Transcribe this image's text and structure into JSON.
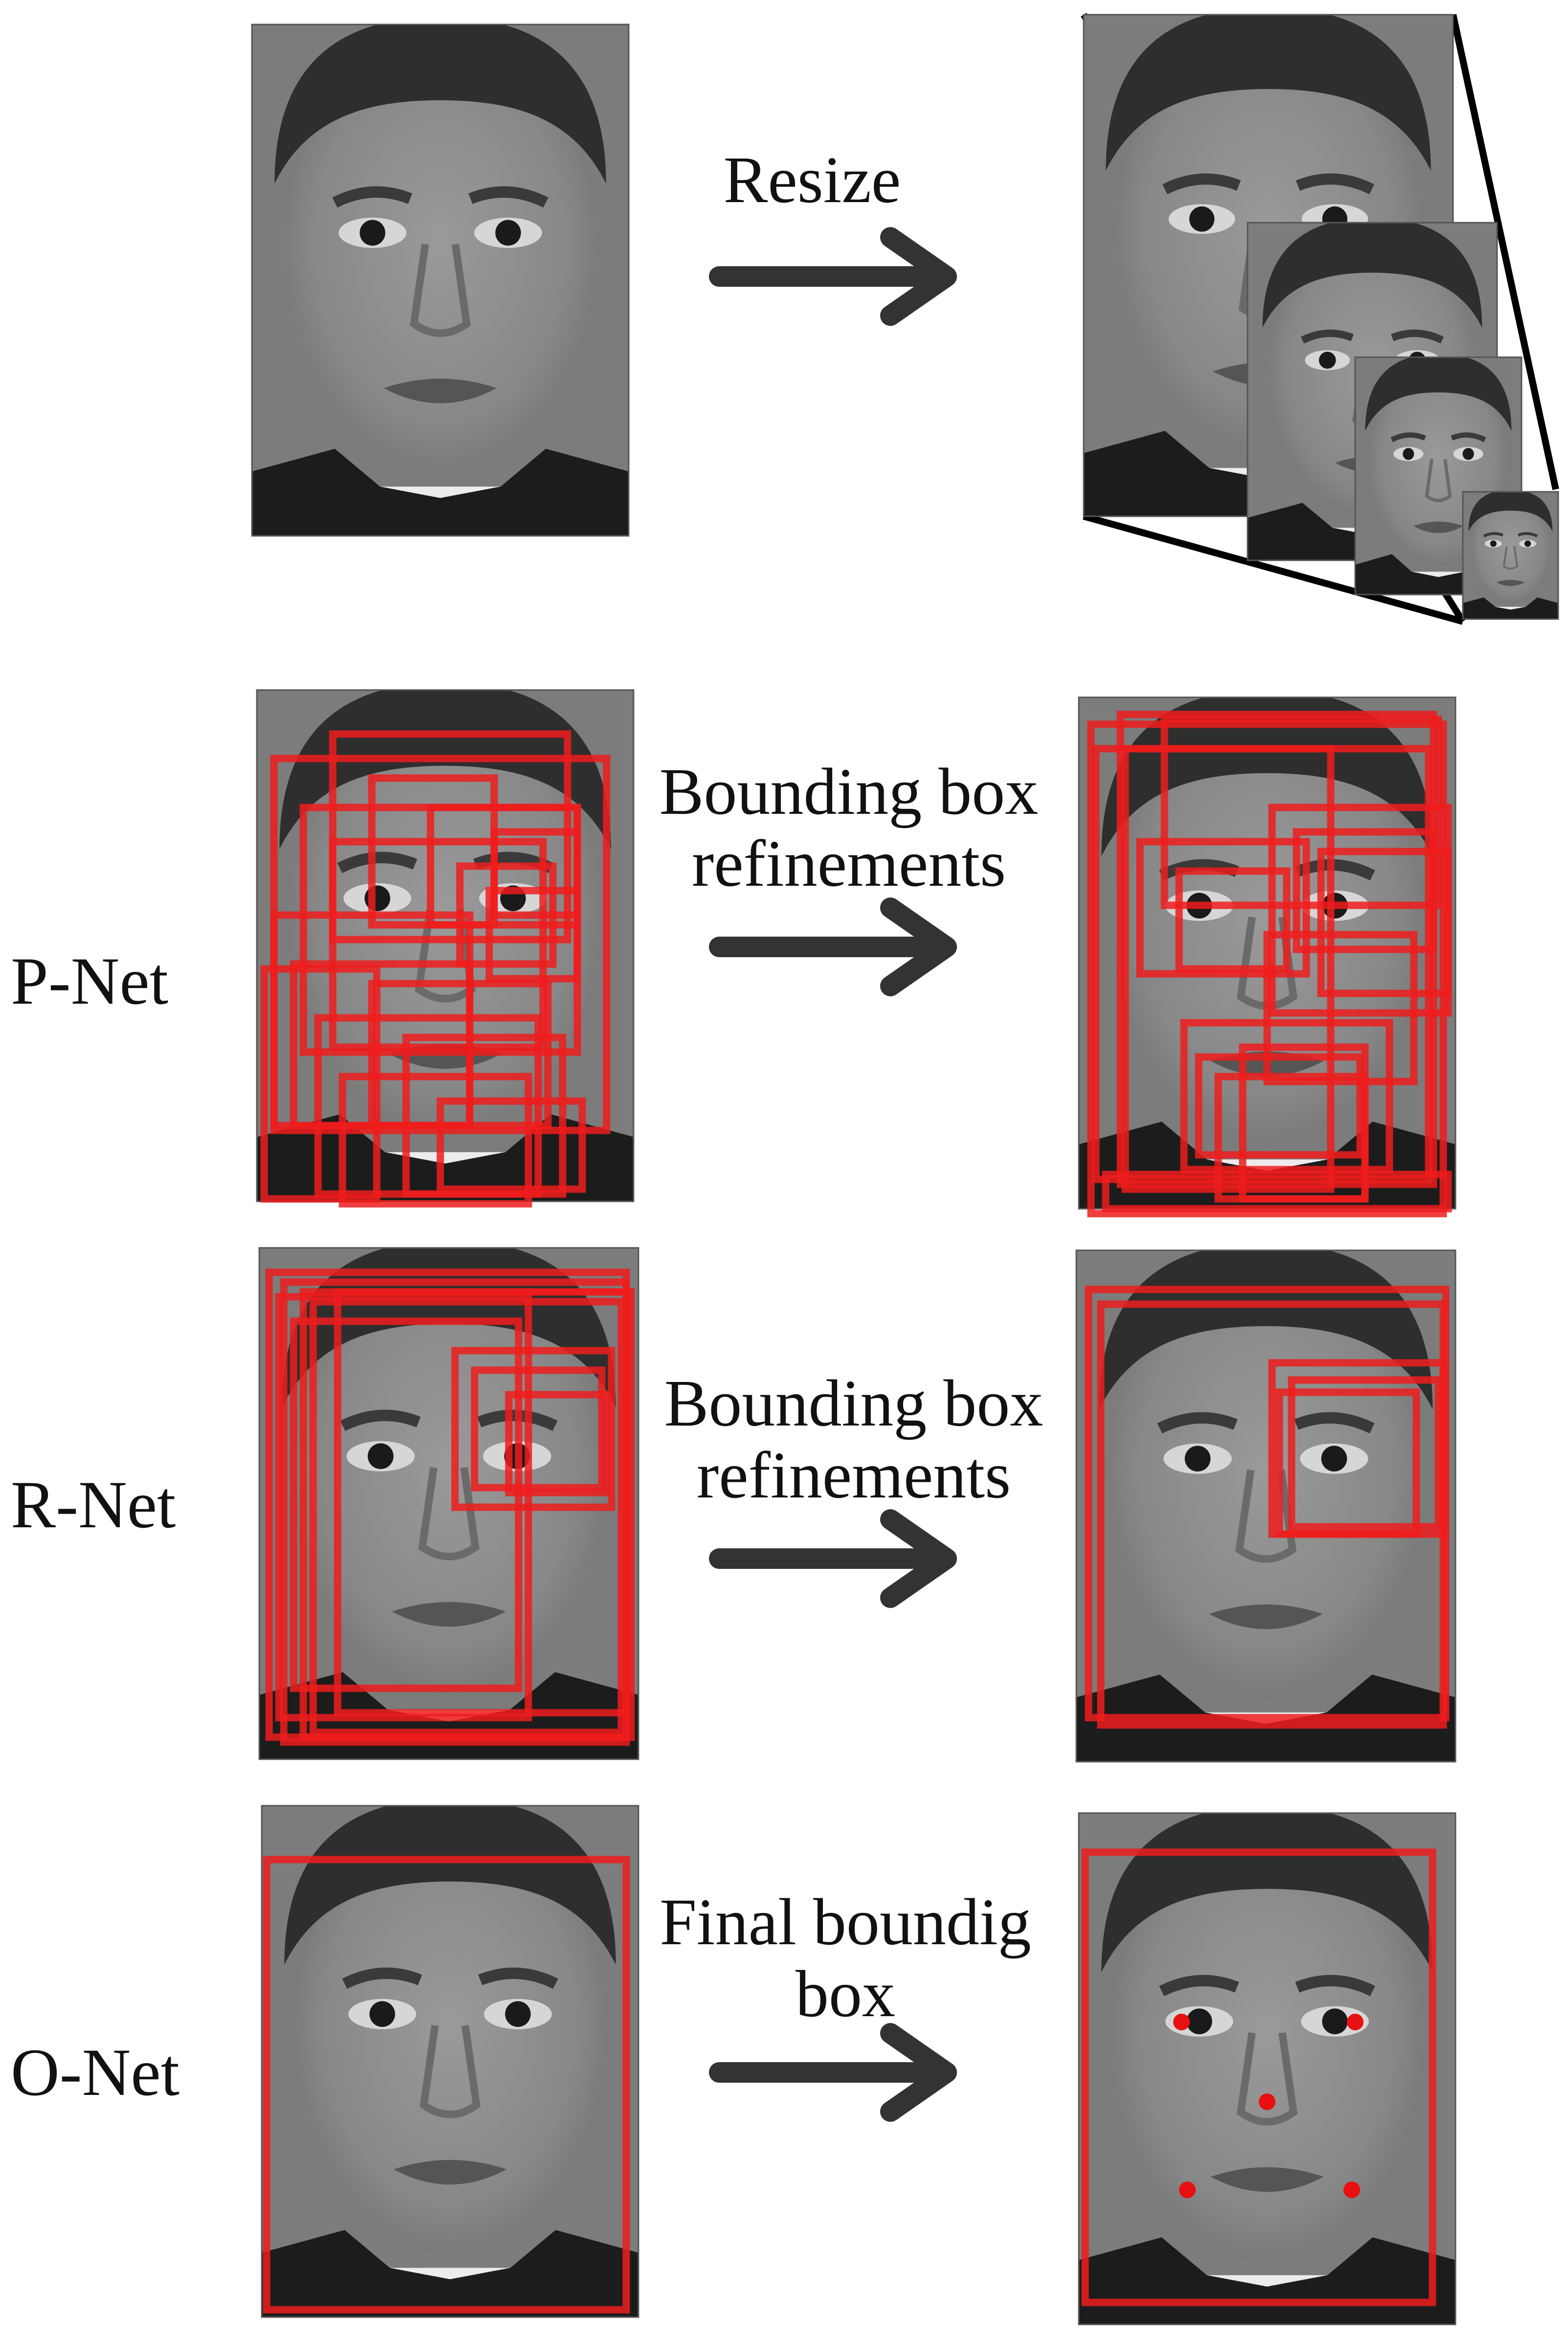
{
  "stages": [
    {
      "name": "P-Net",
      "step_lines": [
        "Bounding box",
        "refinements"
      ]
    },
    {
      "name": "R-Net",
      "step_lines": [
        "Bounding box",
        "refinements"
      ]
    },
    {
      "name": "O-Net",
      "step_lines": [
        "Final boundig",
        "box"
      ]
    }
  ],
  "resize_step": {
    "label": "Resize"
  },
  "colors": {
    "box": "#ee1c1c",
    "landmark": "#e81010",
    "arrow": "#333333",
    "text": "#111111",
    "face_skin": "#8a8a8a",
    "hair": "#2e2e2e"
  },
  "icons": {
    "arrow": "right-arrow-icon",
    "face": "grayscale-face-photo",
    "landmark": "landmark-dot"
  }
}
